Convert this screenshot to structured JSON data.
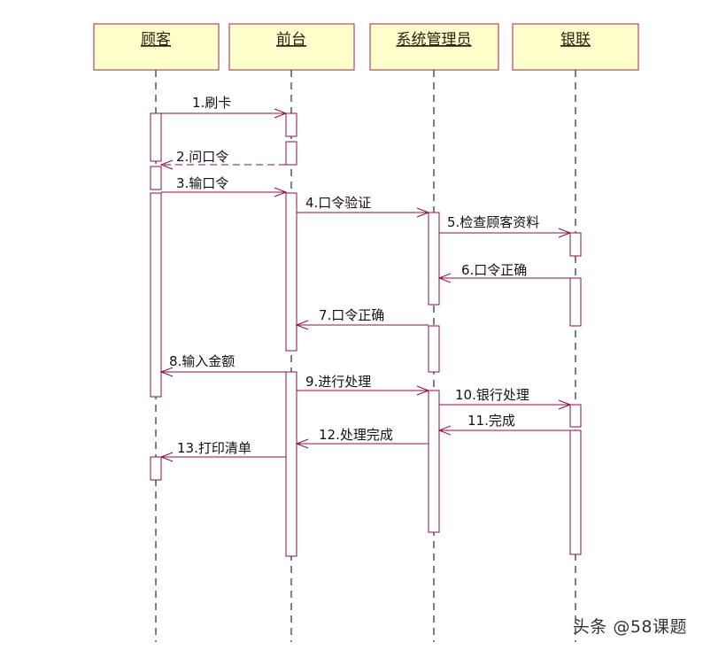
{
  "actors": [
    {
      "id": "customer",
      "label": "顾客"
    },
    {
      "id": "front",
      "label": "前台"
    },
    {
      "id": "admin",
      "label": "系统管理员"
    },
    {
      "id": "unionpay",
      "label": "银联"
    }
  ],
  "messages": [
    {
      "label": "1.刷卡",
      "from": "customer",
      "to": "front",
      "style": "solid"
    },
    {
      "label": "2.问口令",
      "from": "front",
      "to": "customer",
      "style": "dashed"
    },
    {
      "label": "3.输口令",
      "from": "customer",
      "to": "front",
      "style": "solid"
    },
    {
      "label": "4.口令验证",
      "from": "front",
      "to": "admin",
      "style": "solid"
    },
    {
      "label": "5.检查顾客资料",
      "from": "admin",
      "to": "unionpay",
      "style": "solid"
    },
    {
      "label": "6.口令正确",
      "from": "unionpay",
      "to": "admin",
      "style": "solid"
    },
    {
      "label": "7.口令正确",
      "from": "admin",
      "to": "front",
      "style": "solid"
    },
    {
      "label": "8.输入金额",
      "from": "front",
      "to": "customer",
      "style": "solid"
    },
    {
      "label": "9.进行处理",
      "from": "front",
      "to": "admin",
      "style": "solid"
    },
    {
      "label": "10.银行处理",
      "from": "admin",
      "to": "unionpay",
      "style": "solid"
    },
    {
      "label": "11.完成",
      "from": "unionpay",
      "to": "admin",
      "style": "solid"
    },
    {
      "label": "12.处理完成",
      "from": "admin",
      "to": "front",
      "style": "solid"
    },
    {
      "label": "13.打印清单",
      "from": "front",
      "to": "customer",
      "style": "solid"
    }
  ],
  "watermark": "头条 @58课题",
  "colors": {
    "actor_fill": "#ffffcc",
    "line": "#8a1040"
  }
}
